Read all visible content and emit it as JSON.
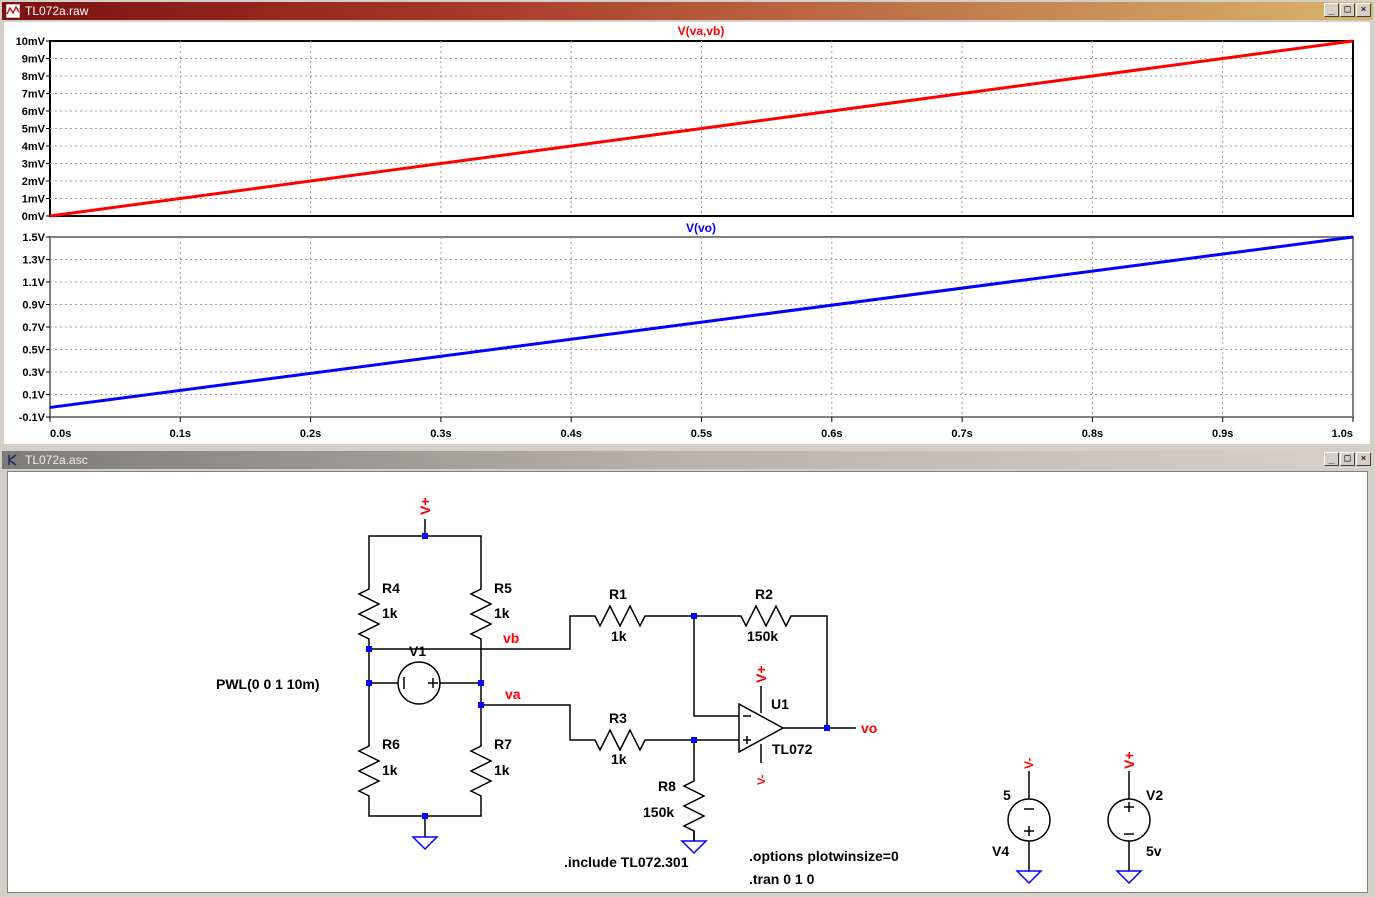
{
  "plot_window": {
    "title": "TL072a.raw",
    "controls": {
      "minimize": "_",
      "restore": "□",
      "close": "×"
    }
  },
  "schematic_window": {
    "title": "TL072a.asc",
    "controls": {
      "minimize": "_",
      "restore": "□",
      "close": "×"
    }
  },
  "chart_data": [
    {
      "type": "line",
      "title": "V(va,vb)",
      "series": [
        {
          "name": "V(va,vb)",
          "x": [
            0,
            1
          ],
          "y": [
            0,
            0.01
          ],
          "color": "#ff0000"
        }
      ],
      "x_tick_labels": [
        "0.0s",
        "0.1s",
        "0.2s",
        "0.3s",
        "0.4s",
        "0.5s",
        "0.6s",
        "0.7s",
        "0.8s",
        "0.9s",
        "1.0s"
      ],
      "y_tick_labels": [
        "10mV",
        "9mV",
        "8mV",
        "7mV",
        "6mV",
        "5mV",
        "4mV",
        "3mV",
        "2mV",
        "1mV",
        "0mV"
      ],
      "xlim": [
        0,
        1
      ],
      "ylim": [
        0,
        0.01
      ],
      "grid": true
    },
    {
      "type": "line",
      "title": "V(vo)",
      "series": [
        {
          "name": "V(vo)",
          "x": [
            0,
            1
          ],
          "y": [
            -0.015,
            1.5
          ],
          "color": "#0000ff"
        }
      ],
      "x_tick_labels": [
        "0.0s",
        "0.1s",
        "0.2s",
        "0.3s",
        "0.4s",
        "0.5s",
        "0.6s",
        "0.7s",
        "0.8s",
        "0.9s",
        "1.0s"
      ],
      "y_tick_labels": [
        "1.5V",
        "1.3V",
        "1.1V",
        "0.9V",
        "0.7V",
        "0.5V",
        "0.3V",
        "0.1V",
        "-0.1V"
      ],
      "xlim": [
        0,
        1
      ],
      "ylim": [
        -0.1,
        1.5
      ],
      "grid": true
    }
  ],
  "schematic": {
    "components": [
      {
        "ref": "R4",
        "value": "1k"
      },
      {
        "ref": "R5",
        "value": "1k"
      },
      {
        "ref": "R6",
        "value": "1k"
      },
      {
        "ref": "R7",
        "value": "1k"
      },
      {
        "ref": "R1",
        "value": "1k"
      },
      {
        "ref": "R2",
        "value": "150k"
      },
      {
        "ref": "R3",
        "value": "1k"
      },
      {
        "ref": "R8",
        "value": "150k"
      },
      {
        "ref": "V1",
        "value": "PWL(0 0 1 10m)"
      },
      {
        "ref": "U1",
        "value": "TL072"
      },
      {
        "ref": "V4",
        "value": "5"
      },
      {
        "ref": "V2",
        "value": "5v"
      }
    ],
    "nets": {
      "vplus": "V+",
      "vminus": "V-",
      "vb": "vb",
      "va": "va",
      "vo": "vo",
      "pin_vplus": "V+",
      "pin_vminus": "V-"
    },
    "directives": [
      ".include TL072.301",
      ".options plotwinsize=0",
      ".tran 0 1 0"
    ],
    "colors": {
      "wire": "#000000",
      "junction": "#0000ff",
      "net_label": "#ff0000",
      "ground": "#0000ff"
    }
  }
}
